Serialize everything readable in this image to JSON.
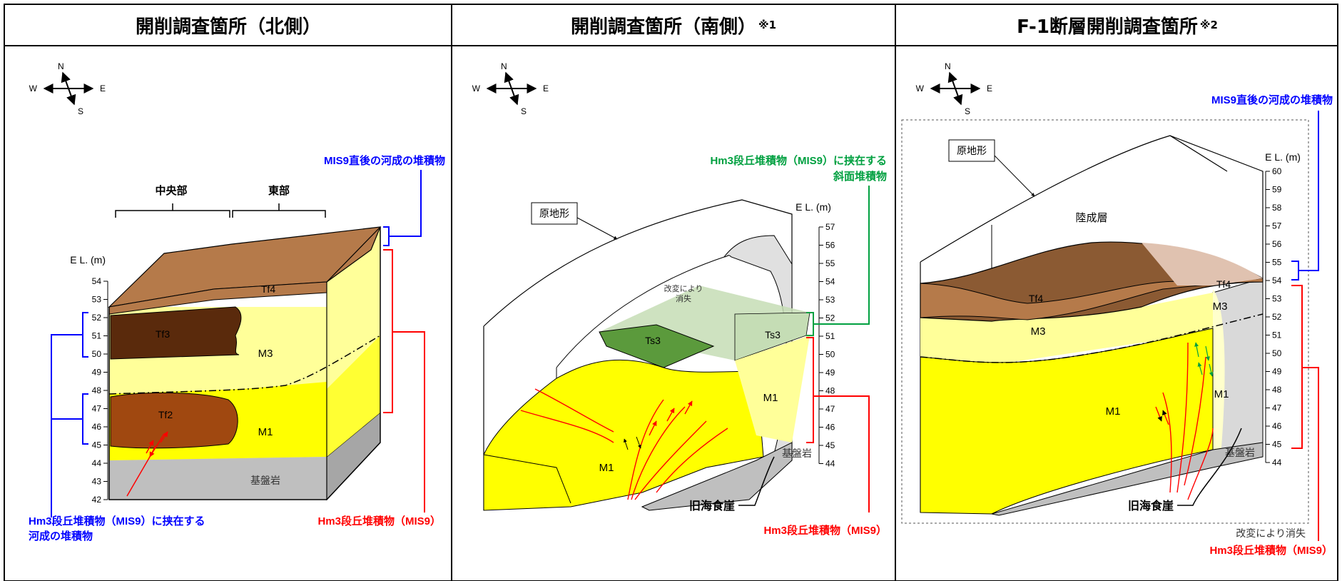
{
  "headers": [
    {
      "title": "開削調査箇所（北側）",
      "note": ""
    },
    {
      "title": "開削調査箇所（南側）",
      "note": "※1"
    },
    {
      "title": "F-1断層開削調査箇所",
      "note": "※2"
    }
  ],
  "compass": {
    "n": "N",
    "s": "S",
    "e": "E",
    "w": "W"
  },
  "panel1": {
    "callout_top": "MIS9直後の河成の堆積物",
    "section_center": "中央部",
    "section_east": "東部",
    "axis_label": "E L. (m)",
    "ticks": [
      "54",
      "53",
      "52",
      "51",
      "50",
      "49",
      "48",
      "47",
      "46",
      "45",
      "44",
      "43",
      "42"
    ],
    "layers": {
      "tf4": "Tf4",
      "tf3": "Tf3",
      "tf2": "Tf2",
      "m3": "M3",
      "m1": "M1",
      "bedrock": "基盤岩"
    },
    "callout_left_line1": "Hm3段丘堆積物（MIS9）に挟在する",
    "callout_left_line2": "河成の堆積物",
    "callout_right": "Hm3段丘堆積物（MIS9）"
  },
  "panel2": {
    "callout_top_line1": "Hm3段丘堆積物（MIS9）に挟在する",
    "callout_top_line2": "斜面堆積物",
    "original_terrain": "原地形",
    "axis_label": "E L. (m)",
    "ticks": [
      "57",
      "56",
      "55",
      "54",
      "53",
      "52",
      "51",
      "50",
      "49",
      "48",
      "47",
      "46",
      "45",
      "44"
    ],
    "altered_line1": "改変により",
    "altered_line2": "消失",
    "layers": {
      "ts3_left": "Ts3",
      "ts3_right": "Ts3",
      "m1_left": "M1",
      "m1_right": "M1",
      "bedrock": "基盤岩"
    },
    "old_sea_cliff": "旧海食崖",
    "callout_bottom": "Hm3段丘堆積物（MIS9）"
  },
  "panel3": {
    "callout_top": "MIS9直後の河成の堆積物",
    "original_terrain": "原地形",
    "axis_label": "E L. (m)",
    "ticks": [
      "60",
      "59",
      "58",
      "57",
      "56",
      "55",
      "54",
      "53",
      "52",
      "51",
      "50",
      "49",
      "48",
      "47",
      "46",
      "45",
      "44"
    ],
    "layers": {
      "terrestrial": "陸成層",
      "tf4_left": "Tf4",
      "tf4_right": "Tf4",
      "m3": "M3",
      "m1_left": "M1",
      "m1_right": "M1",
      "bedrock": "基盤岩"
    },
    "old_sea_cliff": "旧海食崖",
    "altered": "改変により消失",
    "callout_bottom": "Hm3段丘堆積物（MIS9）"
  },
  "colors": {
    "tf4": "#b57a4a",
    "tf4_dark": "#8b5a33",
    "tf3": "#5a2a0c",
    "tf2": "#a04810",
    "m3": "#ffff99",
    "m1": "#ffff00",
    "bedrock": "#bfbfbf",
    "ts3": "#5b9a3c",
    "ts3_light": "#c5ddb5",
    "blue": "#0000ff",
    "red": "#ff0000",
    "green": "#00a040"
  }
}
